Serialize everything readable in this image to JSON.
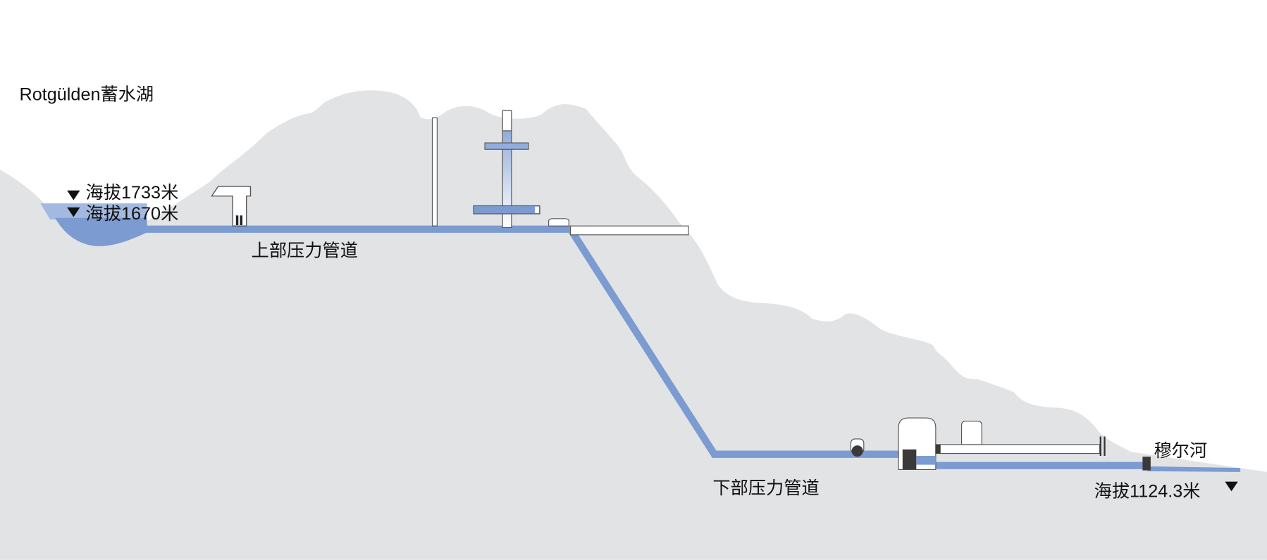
{
  "labels": {
    "reservoir": "Rotgülden蓄水湖",
    "elev_top": "海拔1733米",
    "elev_low": "海拔1670米",
    "upper_penstock": "上部压力管道",
    "lower_penstock": "下部压力管道",
    "river": "穆尔河",
    "elev_river": "海拔1124.3米"
  },
  "colors": {
    "terrain": "#e2e3e5",
    "water": "#7b9bd1",
    "water_light": "#a3b9e0",
    "structure_outline": "#555555",
    "dark_block": "#3a3a3a"
  }
}
